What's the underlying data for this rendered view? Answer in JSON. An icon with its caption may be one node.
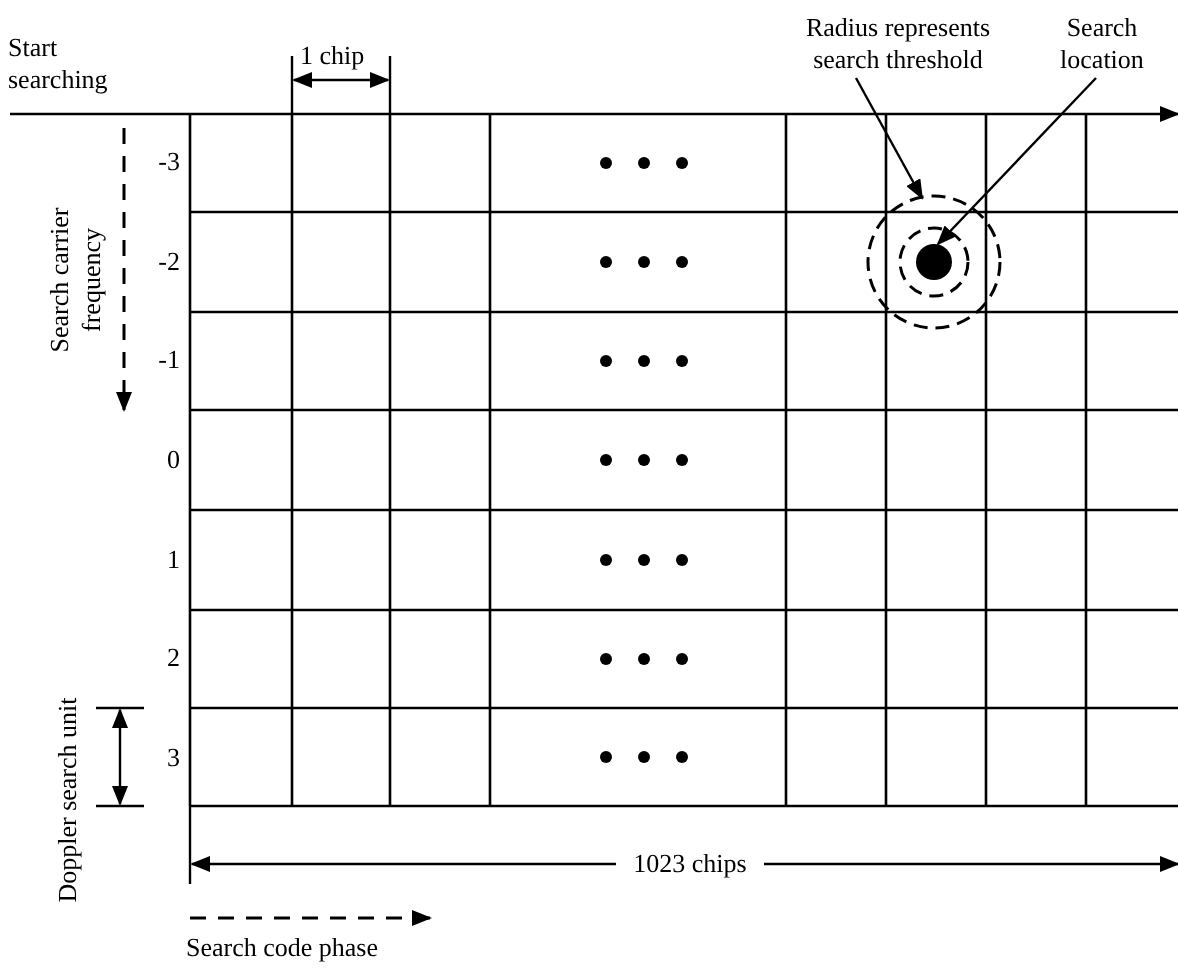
{
  "diagram": {
    "nodes": [
      {
        "text": [
          "Radius represents search threshold"
        ]
      },
      {
        "text": [
          "Search location"
        ]
      },
      {
        "text": [],
        "shape": "circle"
      },
      {
        "text": [],
        "shape": "circle",
        "in": 2
      }
    ],
    "edges": [
      {
        "from": 0,
        "to": 2,
        "arrow": "to"
      },
      {
        "from": 1,
        "to": 3,
        "arrow": "to"
      }
    ],
    "labels": [
      "Start searching",
      "1 chip",
      "Search carrier frequency",
      "-3",
      "-2",
      "-1",
      "0",
      "1",
      "2",
      "3",
      "Doppler search unit",
      "1023 chips",
      "Search code phase"
    ]
  }
}
